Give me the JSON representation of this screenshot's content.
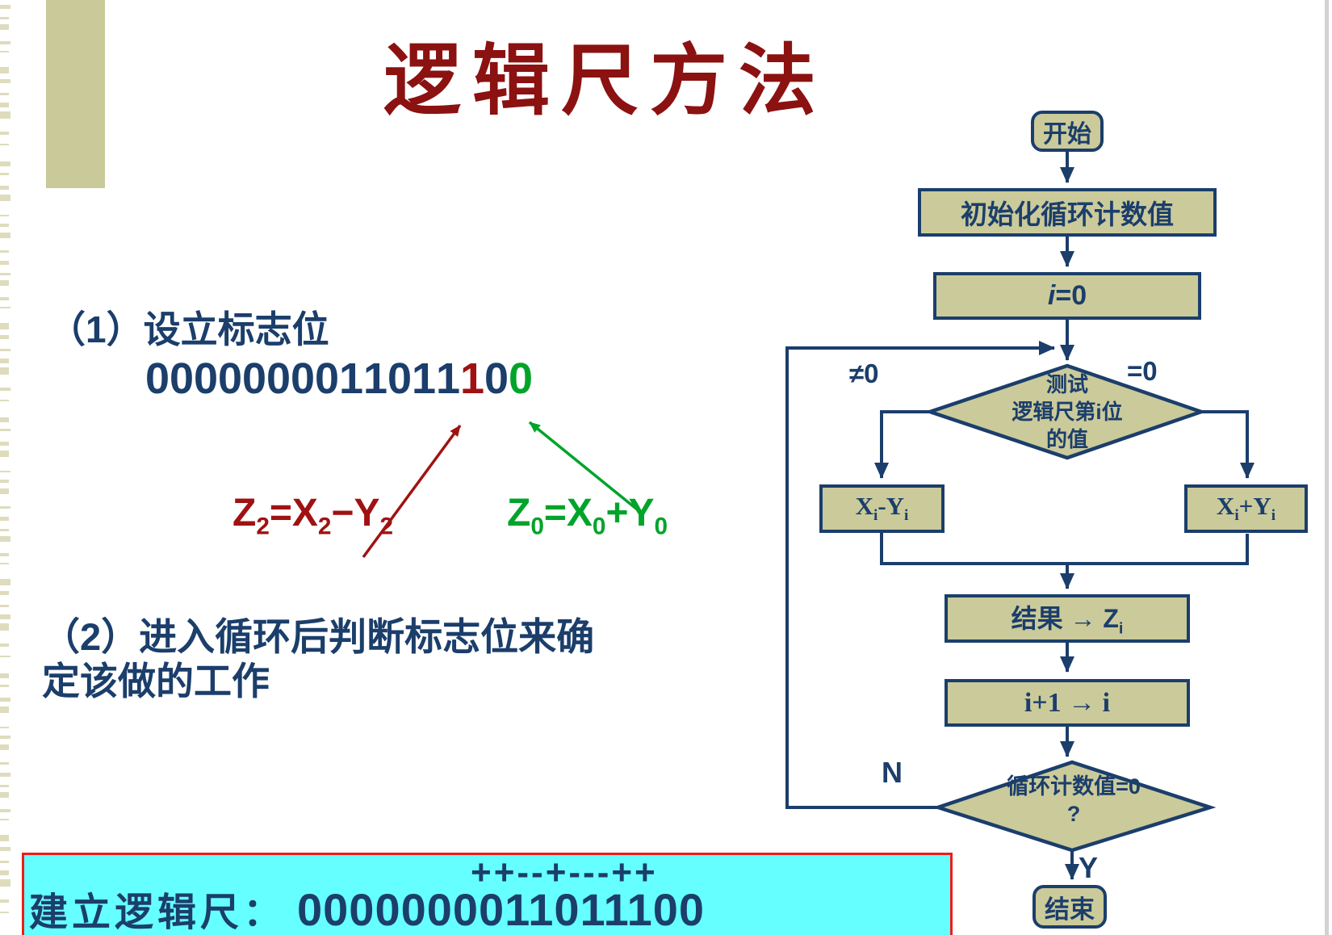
{
  "slide_title": "逻辑尺方法",
  "section1": {
    "heading": "（1）设立标志位",
    "binary": "0000000011011100",
    "red_digit_index": 13,
    "green_digit_index": 15,
    "formula_sub_left": [
      "Z",
      "2",
      "=X",
      "2",
      "−Y",
      "2"
    ],
    "formula_sub_right": [
      "Z",
      "0",
      "=X",
      "0",
      "+Y",
      "0"
    ]
  },
  "section2": {
    "lines": [
      "（2）进入循环后判断标志位来确",
      "定该做的工作"
    ]
  },
  "ruler_box": {
    "signs": "++--+---++",
    "label": "建立逻辑尺：",
    "binary": "0000000011011100"
  },
  "flowchart": {
    "start": "开始",
    "init": "初始化循环计数值",
    "set_i": {
      "italic_part": "i",
      "rest": "=0"
    },
    "decision1_lines": [
      "测试",
      "逻辑尺第i位",
      "的值"
    ],
    "branch_left_label": "≠0",
    "branch_right_label": "=0",
    "op_left": [
      "X",
      "i",
      "-Y",
      "i"
    ],
    "op_right": [
      "X",
      "i",
      "+Y",
      "i"
    ],
    "result": [
      "结果 → Z",
      "i"
    ],
    "increment": [
      "i+1 → i"
    ],
    "decision2_lines": [
      "循环计数值=0",
      "?"
    ],
    "no_label": "N",
    "yes_label": "Y",
    "end": "结束"
  },
  "colors": {
    "navy": "#1b3e6b",
    "dark_red": "#8c1111",
    "red": "#a01212",
    "green": "#00a42a",
    "khaki_fill": "#cbca9a",
    "khaki_bar": "#c9c99a",
    "stripe": "#dedcbd",
    "cyan_bg": "#66ffff",
    "red_border": "#ee1c1c",
    "grey_edge": "#d2d2d2"
  }
}
